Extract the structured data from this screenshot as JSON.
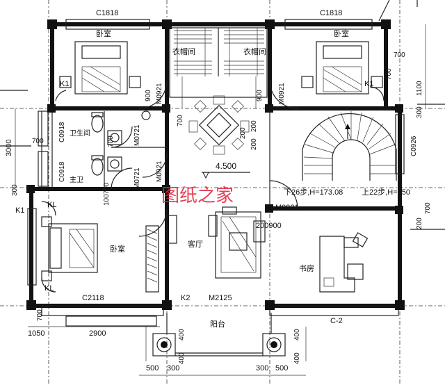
{
  "rooms": {
    "bedroom_nw": "卧室",
    "bedroom_ne": "卧室",
    "bedroom_sw": "卧室",
    "closet_left": "衣帽间",
    "closet_right": "衣帽间",
    "bathroom": "卫生间",
    "master_bath": "主卫",
    "living": "客厅",
    "study": "书房",
    "balcony": "阳台"
  },
  "elevation": "4.500",
  "watermark": "图纸之家",
  "stair_down": "下26步,H=173.08",
  "stair_up": "上22步,H=150",
  "windows": {
    "c1818_left": "C1818",
    "c1818_right": "C1818",
    "c2118": "C2118",
    "c0918": "C0918",
    "c0926": "C0926",
    "c2": "C-2"
  },
  "doors": {
    "m0921_a": "M0921",
    "m0921_b": "M0921",
    "m0921_c": "M0921",
    "m0921_d": "M0921",
    "m0721_a": "M0721",
    "m0721_b": "M0721",
    "m2125": "M2125",
    "k1_a": "K1",
    "k1_b": "K1",
    "k1_c": "K1",
    "k2": "K2",
    "kl_a": "KL",
    "kl_b": "KL"
  },
  "dims": {
    "d3000": "3000",
    "d700_l": "700",
    "d300_l": "300",
    "d700_r": "700",
    "d1100_r": "1100",
    "d300_r": "300",
    "d700_r2": "700",
    "d200_r": "200",
    "d900_a": "900",
    "d900_b": "900",
    "d700_c": "700",
    "d200_c": "200",
    "d200_d": "200",
    "d700_b": "700",
    "d1050": "1050",
    "d2900": "2900",
    "d400_a": "400",
    "d400_b": "400",
    "d400_c": "400",
    "d400_d": "400",
    "d500_l": "500",
    "d300_bl": "300",
    "d300_br": "300",
    "d500_r": "500",
    "d200900": "200900",
    "d100700": "100700",
    "d200_v": "200",
    "d700_v": "700",
    "d700_v2": "700"
  }
}
